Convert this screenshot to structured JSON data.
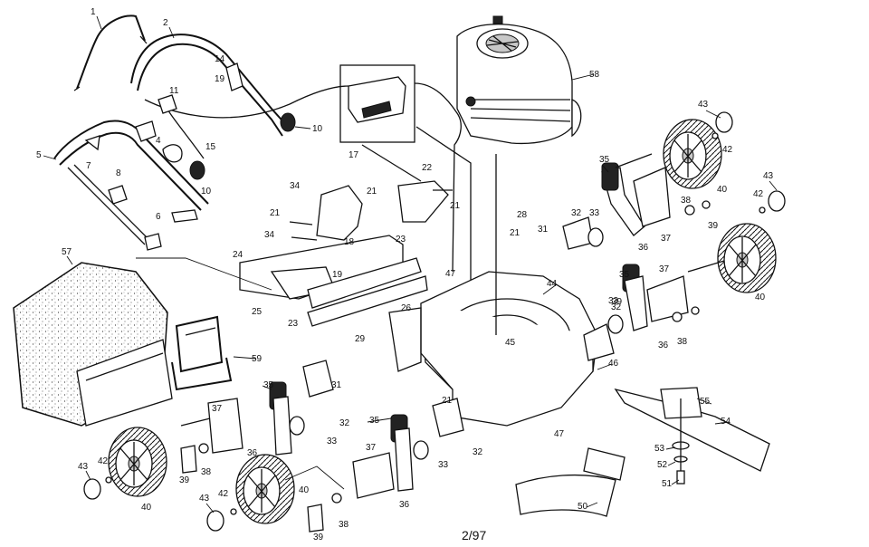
{
  "revision": "2/97",
  "parts": {
    "p1": "1",
    "p2": "2",
    "p5": "5",
    "p7": "7",
    "p8": "8",
    "p6": "6",
    "p14": "14",
    "p19a": "19",
    "p11": "11",
    "p4": "4",
    "p15": "15",
    "p10a": "10",
    "p10b": "10",
    "p17": "17",
    "p22": "22",
    "p58": "58",
    "p34a": "34",
    "p34b": "34",
    "p21a": "21",
    "p21b": "21",
    "p21c": "21",
    "p21d": "21",
    "p21e": "21",
    "p18": "18",
    "p24": "24",
    "p25": "25",
    "p19b": "19",
    "p23a": "23",
    "p23b": "23",
    "p26": "26",
    "p47a": "47",
    "p47b": "47",
    "p29": "29",
    "p31a": "31",
    "p31b": "31",
    "p28": "28",
    "p45": "45",
    "p46": "46",
    "p44": "44",
    "p32a": "32",
    "p32b": "32",
    "p32c": "32",
    "p32d": "32",
    "p33a": "33",
    "p33b": "33",
    "p33c": "33",
    "p33d": "33",
    "p35a": "35",
    "p35b": "35",
    "p35c": "35",
    "p35d": "35",
    "p36a": "36",
    "p36b": "36",
    "p36c": "36",
    "p36d": "36",
    "p37a": "37",
    "p37b": "37",
    "p37c": "37",
    "p37d": "37",
    "p38a": "38",
    "p38b": "38",
    "p38c": "38",
    "p38d": "38",
    "p39a": "39",
    "p39b": "39",
    "p39c": "39",
    "p39d": "39",
    "p40a": "40",
    "p40b": "40",
    "p40c": "40",
    "p40d": "40",
    "p42a": "42",
    "p42b": "42",
    "p42c": "42",
    "p42d": "42",
    "p43a": "43",
    "p43b": "43",
    "p43c": "43",
    "p43d": "43",
    "p57": "57",
    "p59": "59",
    "p55": "55",
    "p54": "54",
    "p53": "53",
    "p52": "52",
    "p51": "51",
    "p50": "50"
  }
}
